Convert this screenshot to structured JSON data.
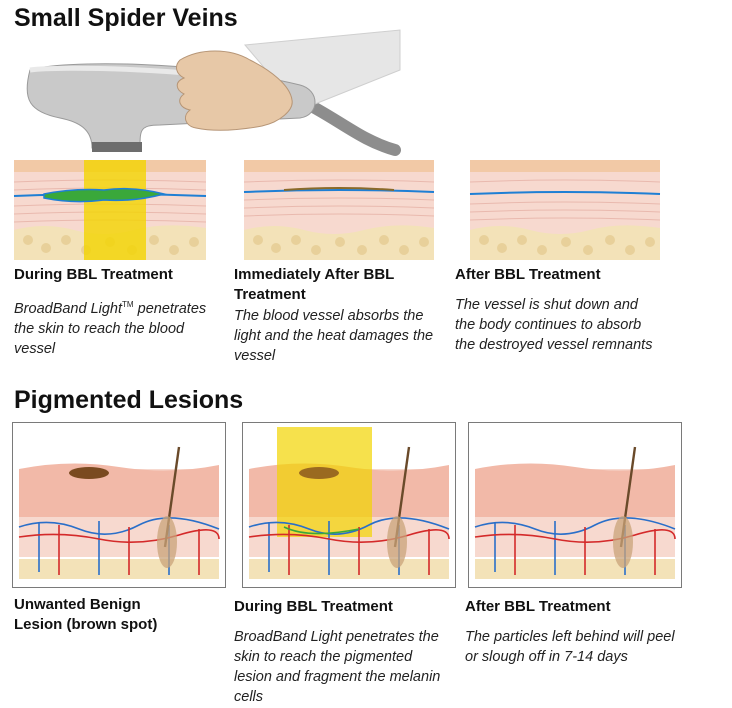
{
  "sections": [
    {
      "title": "Small Spider Veins",
      "panels": [
        {
          "heading": "During BBL Treatment",
          "description_main": "BroadBand Light",
          "description_tm": "TM",
          "description_rest": "penetrates the skin to reach the blood vessel"
        },
        {
          "heading": "Immediately After BBL Treatment",
          "description": "The blood vessel absorbs the light and the heat damages the vessel"
        },
        {
          "heading": "After BBL Treatment",
          "description": "The vessel is shut down and the body continues to absorb the destroyed vessel remnants"
        }
      ]
    },
    {
      "title": "Pigmented Lesions",
      "panels": [
        {
          "heading": "Unwanted Benign Lesion (brown spot)",
          "description": ""
        },
        {
          "heading": "During BBL Treatment",
          "description": "BroadBand Light penetrates the skin to reach the pigmented lesion and fragment the melanin cells"
        },
        {
          "heading": "After BBL Treatment",
          "description": "The particles left behind will peel or slough off in 7-14 days"
        }
      ]
    }
  ],
  "colors": {
    "skin_top": "#f2c9a6",
    "skin_layer": "#f7d9cf",
    "fat": "#f3e2b8",
    "vessel": "#1f7fd4",
    "light": "#f2d400",
    "green_vessel": "#3aa83a"
  }
}
